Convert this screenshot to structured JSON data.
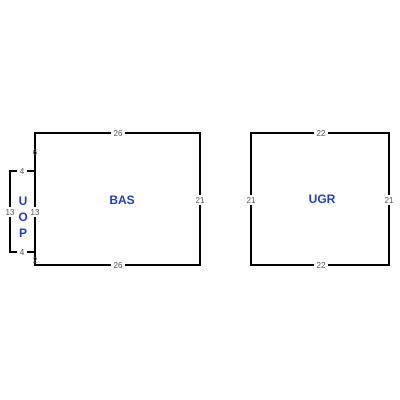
{
  "diagram": {
    "rooms": [
      {
        "id": "bas",
        "label": "BAS",
        "dimensions": {
          "top": "26",
          "bottom": "26",
          "right": "21",
          "left_upper": "6",
          "left_middle": "13",
          "left_lower": "2"
        }
      },
      {
        "id": "ugr",
        "label": "UGR",
        "dimensions": {
          "top": "22",
          "bottom": "22",
          "left": "21",
          "right": "21"
        }
      },
      {
        "id": "uop",
        "label_lines": [
          "U",
          "O",
          "P"
        ],
        "dimensions": {
          "top": "4",
          "bottom": "4",
          "left": "13"
        }
      }
    ],
    "colors": {
      "wall": "#000000",
      "room_label": "#1f3fbf",
      "dimension_text": "#555555"
    }
  }
}
